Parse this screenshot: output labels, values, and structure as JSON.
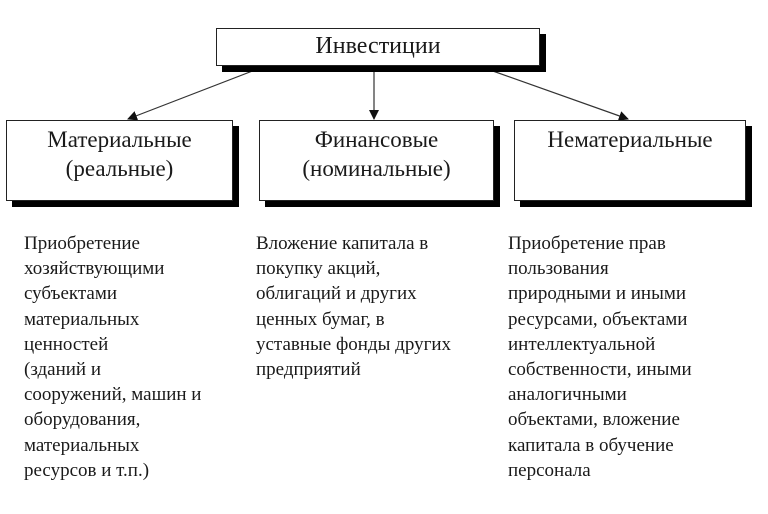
{
  "diagram": {
    "root": {
      "label": "Инвестиции"
    },
    "categories": [
      {
        "title_lines": [
          "Материальные",
          "(реальные)"
        ],
        "description_lines": [
          "Приобретение",
          "хозяйствующими",
          "субъектами",
          "материальных",
          "ценностей",
          "(зданий и",
          "сооружений, машин и",
          "оборудования,",
          "материальных",
          "ресурсов и т.п.)"
        ]
      },
      {
        "title_lines": [
          "Финансовые",
          "(номинальные)"
        ],
        "description_lines": [
          "Вложение капитала в",
          "покупку акций,",
          "облигаций и других",
          "ценных бумаг, в",
          "уставные фонды других",
          "предприятий"
        ]
      },
      {
        "title_lines": [
          "Нематериальные"
        ],
        "description_lines": [
          "Приобретение прав",
          "пользования",
          "природными и иными",
          "ресурсами, объектами",
          "интеллектуальной",
          "собственности, иными",
          "аналогичными",
          "объектами, вложение",
          "капитала в обучение",
          "персонала"
        ]
      }
    ],
    "colors": {
      "line": "#333333",
      "shadow": "#000000",
      "text": "#1a1a1a",
      "background": "#ffffff"
    }
  }
}
